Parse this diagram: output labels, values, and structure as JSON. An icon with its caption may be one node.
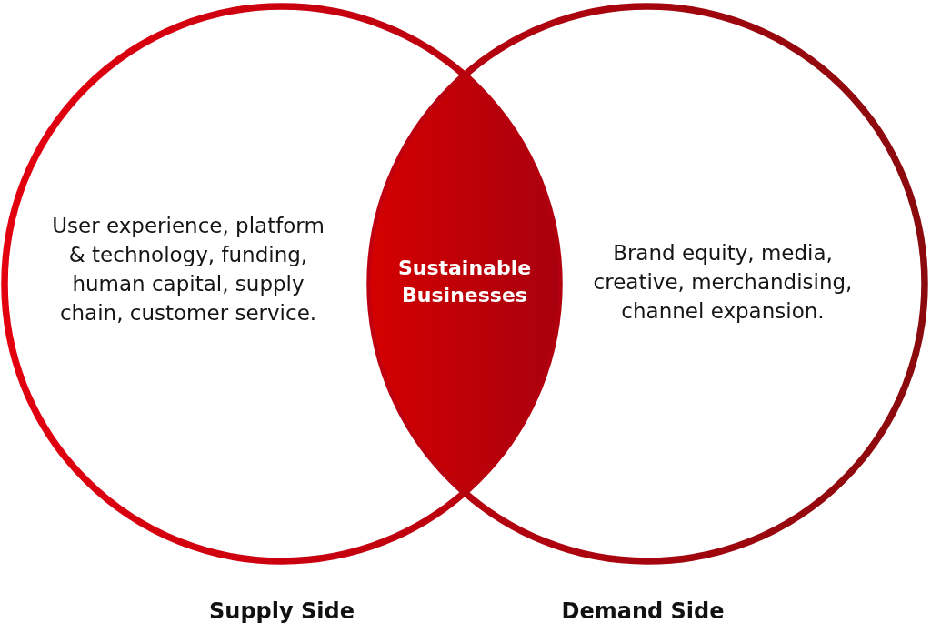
{
  "diagram": {
    "nodes": [
      {
        "text": [
          "User experience, platform & technology, funding, human capital, supply chain, customer service.",
          "Supply Side"
        ]
      },
      {
        "text": [
          "Sustainable Businesses"
        ]
      },
      {
        "text": [
          "Brand equity, media, creative, merchandising, channel expansion.",
          "Demand Side"
        ]
      }
    ]
  }
}
